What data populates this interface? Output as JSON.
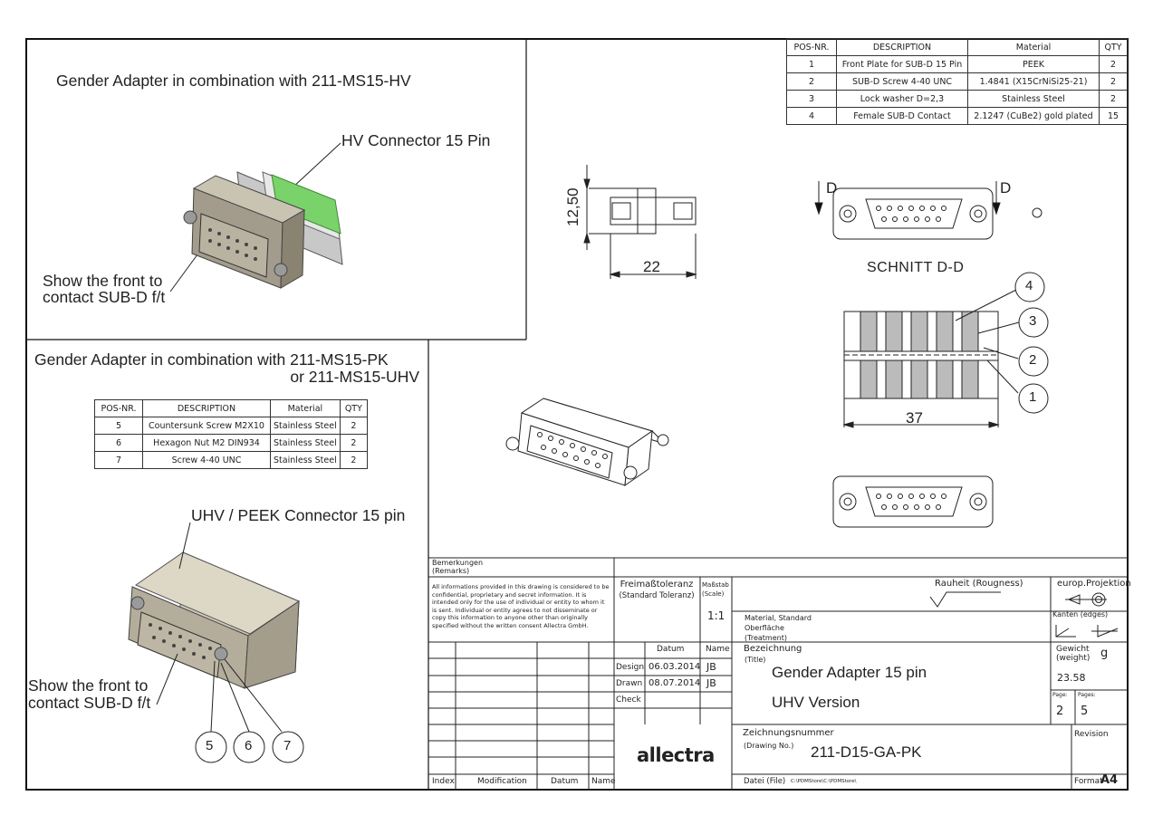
{
  "view1": {
    "title": "Gender Adapter in combination with 211-MS15-HV",
    "connector_label": "HV Connector 15 Pin",
    "front_note_line1": "Show the front to",
    "front_note_line2": "contact SUB-D f/t"
  },
  "view2": {
    "title_line1": "Gender Adapter in combination with 211-MS15-PK",
    "title_line2": "or 211-MS15-UHV",
    "connector_label": "UHV / PEEK Connector 15 pin",
    "front_note_line1": "Show the front to",
    "front_note_line2": "contact SUB-D f/t",
    "balloons": [
      "5",
      "6",
      "7"
    ]
  },
  "bom_main": {
    "headers": [
      "POS-NR.",
      "DESCRIPTION",
      "Material",
      "QTY"
    ],
    "rows": [
      [
        "1",
        "Front Plate for SUB-D 15 Pin",
        "PEEK",
        "2"
      ],
      [
        "2",
        "SUB-D Screw 4-40 UNC",
        "1.4841 (X15CrNiSi25-21)",
        "2"
      ],
      [
        "3",
        "Lock washer D=2,3",
        "Stainless Steel",
        "2"
      ],
      [
        "4",
        "Female SUB-D Contact",
        "2.1247 (CuBe2) gold plated",
        "15"
      ]
    ]
  },
  "bom_small": {
    "headers": [
      "POS-NR.",
      "DESCRIPTION",
      "Material",
      "QTY"
    ],
    "rows": [
      [
        "5",
        "Countersunk Screw M2X10",
        "Stainless Steel",
        "2"
      ],
      [
        "6",
        "Hexagon Nut M2 DIN934",
        "Stainless Steel",
        "2"
      ],
      [
        "7",
        "Screw 4-40 UNC",
        "Stainless Steel",
        "2"
      ]
    ]
  },
  "dims": {
    "height": "12,50",
    "width": "22",
    "length": "37"
  },
  "section": {
    "label": "SCHNITT D-D",
    "cut_letter_left": "D",
    "cut_letter_right": "D",
    "balloons": [
      "4",
      "3",
      "2",
      "1"
    ]
  },
  "title_block": {
    "remarks_de": "Bemerkungen",
    "remarks_en": "(Remarks)",
    "disclaimer": "All informations provided in this drawing is considered to be confidential, proprietary and secret information. It is intended only for the use of individual or entity to whom it is sent. Individual or entity agrees to not disseminate or copy this information to anyone other than originally specified without the written consent Allectra GmbH.",
    "tolerance_de": "Freimaßtoleranz",
    "tolerance_en": "(Standard Toleranz)",
    "scale_de": "Maßstab",
    "scale_en": "(Scale)",
    "scale_value": "1:1",
    "roughness": "Rauheit (Rougness)",
    "projection": "europ.Projektion",
    "edges": "Kanten (edges)",
    "material_line1": "Material, Standard",
    "material_line2": "Oberfläche",
    "material_line3": "(Treatment)",
    "datum_header": "Datum",
    "name_header": "Name",
    "design_label": "Design",
    "design_date": "06.03.2014",
    "design_name": "JB",
    "drawn_label": "Drawn",
    "drawn_date": "08.07.2014",
    "drawn_name": "JB",
    "check_label": "Check",
    "bezeichnung": "Bezeichnung",
    "title_en": "(Title)",
    "title_line1": "Gender Adapter 15 pin",
    "title_line2": "UHV Version",
    "weight_de": "Gewicht",
    "weight_en": "(weight)",
    "weight_unit": "g",
    "weight_value": "23.58",
    "page_label": "Page:",
    "pages_label": "Pages:",
    "page_value": "2",
    "pages_value": "5",
    "drawing_no_de": "Zeichnungsnummer",
    "drawing_no_en": "(Drawing No.)",
    "drawing_no": "211-D15-GA-PK",
    "revision": "Revision",
    "file_label": "Datei (File)",
    "file_path": "C:\\PDMStore\\C:\\PDMStore\\",
    "format_label": "Format",
    "format_value": "A4",
    "index": "Index",
    "modification": "Modification",
    "datum": "Datum",
    "name": "Name",
    "logo": "allectra"
  }
}
